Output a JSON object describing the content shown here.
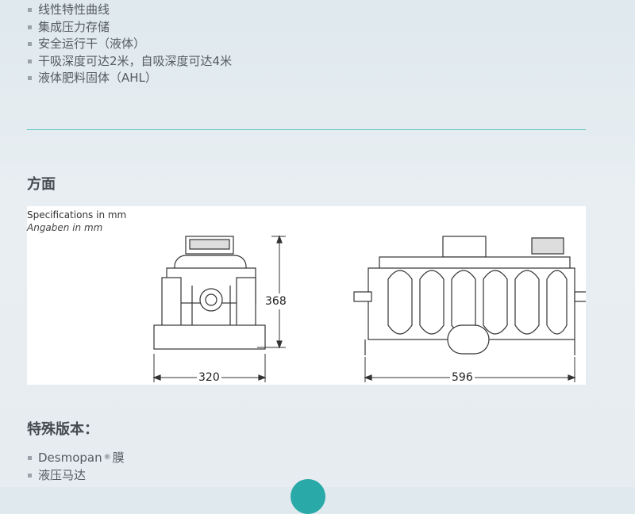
{
  "features": [
    {
      "text": "线性特性曲线"
    },
    {
      "text": "集成压力存储"
    },
    {
      "text": "安全运行干（液体）"
    },
    {
      "text": "干吸深度可达2米，自吸深度可达4米"
    },
    {
      "text": "液体肥料固体（AHL）"
    }
  ],
  "dimensions_section": {
    "title": "方面",
    "spec_title": "Specifications in mm",
    "spec_subtitle": "Angaben in mm",
    "width_side": "320",
    "height": "368",
    "width_front": "596"
  },
  "special_versions": {
    "title": "特殊版本：",
    "items": [
      {
        "pre": "Desmopan",
        "sup": "®",
        "post": "膜"
      },
      {
        "pre": "液压马达",
        "sup": "",
        "post": ""
      }
    ]
  },
  "colors": {
    "accent": "#2aa9a9",
    "divider": "#5bc4c4"
  }
}
